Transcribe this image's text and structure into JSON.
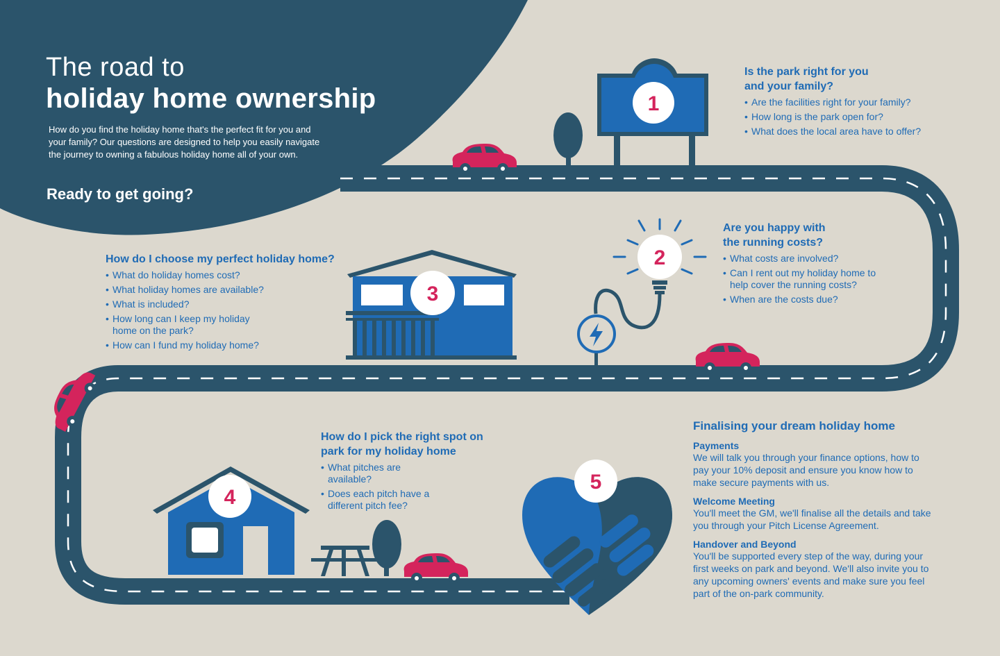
{
  "intro": {
    "title_line1": "The road to",
    "title_line2": "holiday home ownership",
    "body": "How do you find the holiday home that's the perfect fit for you and your family? Our questions are designed to help you easily navigate the journey to owning a fabulous holiday home all of your own.",
    "cta": "Ready to get going?"
  },
  "steps": [
    {
      "number": "1",
      "title_line1": "Is the park right for you",
      "title_line2": "and your family?",
      "questions": [
        "Are the facilities right for your family?",
        "How long is the park open for?",
        "What does the local area have to offer?"
      ]
    },
    {
      "number": "2",
      "title_line1": "Are you happy with",
      "title_line2": "the running costs?",
      "questions": [
        "What costs are involved?",
        "Can I rent out my holiday home to help cover the running costs?",
        "When are the costs due?"
      ]
    },
    {
      "number": "3",
      "title_line1": "How do I choose my perfect holiday home?",
      "questions": [
        "What do holiday homes cost?",
        "What holiday homes are available?",
        "What is included?",
        "How long can I keep my holiday home on the park?",
        "How can I fund my holiday home?"
      ]
    },
    {
      "number": "4",
      "title_line1": "How do I pick the right spot on",
      "title_line2": "park for my holiday home",
      "questions": [
        "What pitches are available?",
        "Does each pitch have a different pitch fee?"
      ]
    },
    {
      "number": "5",
      "title_line1": "Finalising your dream holiday home",
      "sections": [
        {
          "heading": "Payments",
          "text": "We will talk you through your finance options, how to pay your 10% deposit and ensure you know how to make secure payments with us."
        },
        {
          "heading": "Welcome Meeting",
          "text": "You'll meet the GM, we'll finalise all the details and take you through your Pitch License Agreement."
        },
        {
          "heading": "Handover and Beyond",
          "text": "You'll be supported every step of the way, during your first weeks on park and beyond. We'll also invite you to any upcoming owners' events and make sure you feel part of the on-park community."
        }
      ]
    }
  ],
  "colors": {
    "background": "#dcd8ce",
    "road": "#2b546b",
    "accent_blue": "#1f6bb5",
    "car_red": "#d4245c",
    "number_red": "#d4245c"
  }
}
